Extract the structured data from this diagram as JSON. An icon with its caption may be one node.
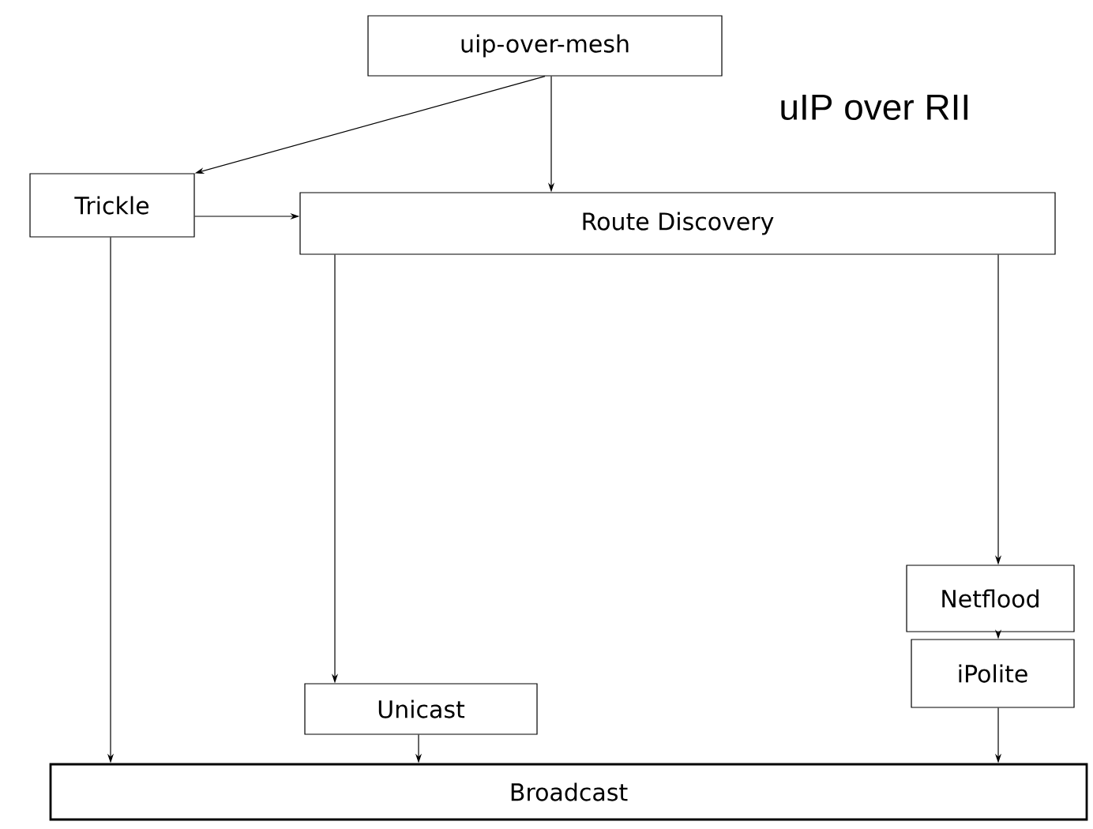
{
  "diagram": {
    "title": "uIP over RII",
    "nodes": [
      {
        "text": [
          "uip-over-mesh"
        ]
      },
      {
        "text": [
          "Trickle"
        ]
      },
      {
        "text": [
          "Route Discovery"
        ]
      },
      {
        "text": [
          "Netflood"
        ]
      },
      {
        "text": [
          "iPolite"
        ]
      },
      {
        "text": [
          "Unicast"
        ]
      },
      {
        "text": [
          "Broadcast"
        ]
      }
    ],
    "edges": [
      {
        "from": 0,
        "to": 1,
        "arrow": "to"
      },
      {
        "from": 0,
        "to": 2,
        "arrow": "to"
      },
      {
        "from": 1,
        "to": 2,
        "arrow": "to"
      },
      {
        "from": 1,
        "to": 6,
        "arrow": "to"
      },
      {
        "from": 2,
        "to": 5,
        "arrow": "to"
      },
      {
        "from": 2,
        "to": 3,
        "arrow": "to"
      },
      {
        "from": 3,
        "to": 4,
        "arrow": "to"
      },
      {
        "from": 5,
        "to": 6,
        "arrow": "to"
      },
      {
        "from": 4,
        "to": 6,
        "arrow": "to"
      }
    ]
  }
}
